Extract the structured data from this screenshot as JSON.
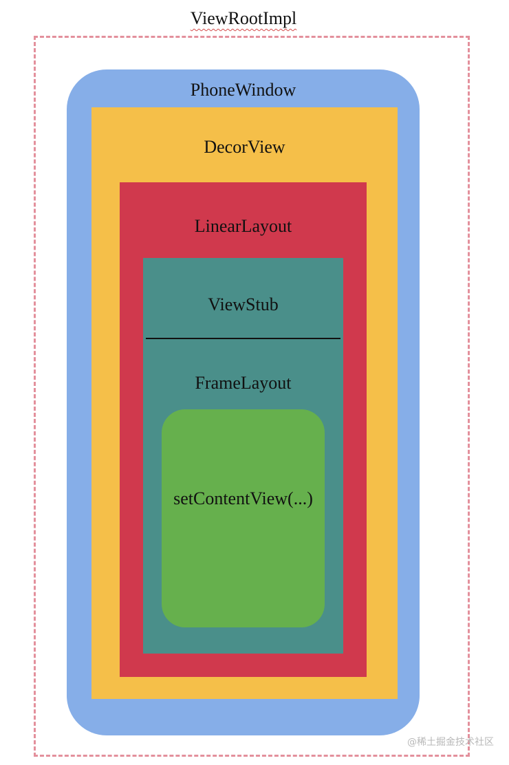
{
  "diagram": {
    "view_root": "ViewRootImpl",
    "phone_window": "PhoneWindow",
    "decor_view": "DecorView",
    "linear_layout": "LinearLayout",
    "view_stub": "ViewStub",
    "frame_layout": "FrameLayout",
    "content_call": "setContentView(...)"
  },
  "watermark": "@稀土掘金技术社区",
  "colors": {
    "view_root_border": "#e3909c",
    "phone_window": "#86aee8",
    "decor_view": "#f5bf49",
    "linear_layout": "#d0394d",
    "inner_layout": "#4a8f8a",
    "content": "#66b04d"
  }
}
